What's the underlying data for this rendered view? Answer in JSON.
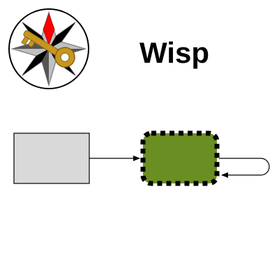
{
  "header": {
    "title": "Wisp",
    "logo_icon": "compass-star-key-icon"
  },
  "diagram": {
    "nodes": [
      {
        "id": "start",
        "label": "",
        "shape": "rectangle",
        "fill": "#d9d9d9",
        "stroke": "#000000",
        "border": "solid"
      },
      {
        "id": "state",
        "label": "",
        "shape": "rounded-rectangle",
        "fill": "#6b8e23",
        "stroke": "#000000",
        "border": "dotted"
      }
    ],
    "edges": [
      {
        "from": "start",
        "to": "state",
        "arrow": "filled-triangle"
      },
      {
        "from": "state",
        "to": "state",
        "arrow": "filled-triangle",
        "kind": "self-loop"
      }
    ]
  },
  "colors": {
    "background": "#ffffff",
    "logo_ring": "#000000",
    "logo_star_dark": "#000000",
    "logo_star_light": "#c0c0c0",
    "logo_star_accent": "#ff0000",
    "logo_key": "#c8961e"
  }
}
